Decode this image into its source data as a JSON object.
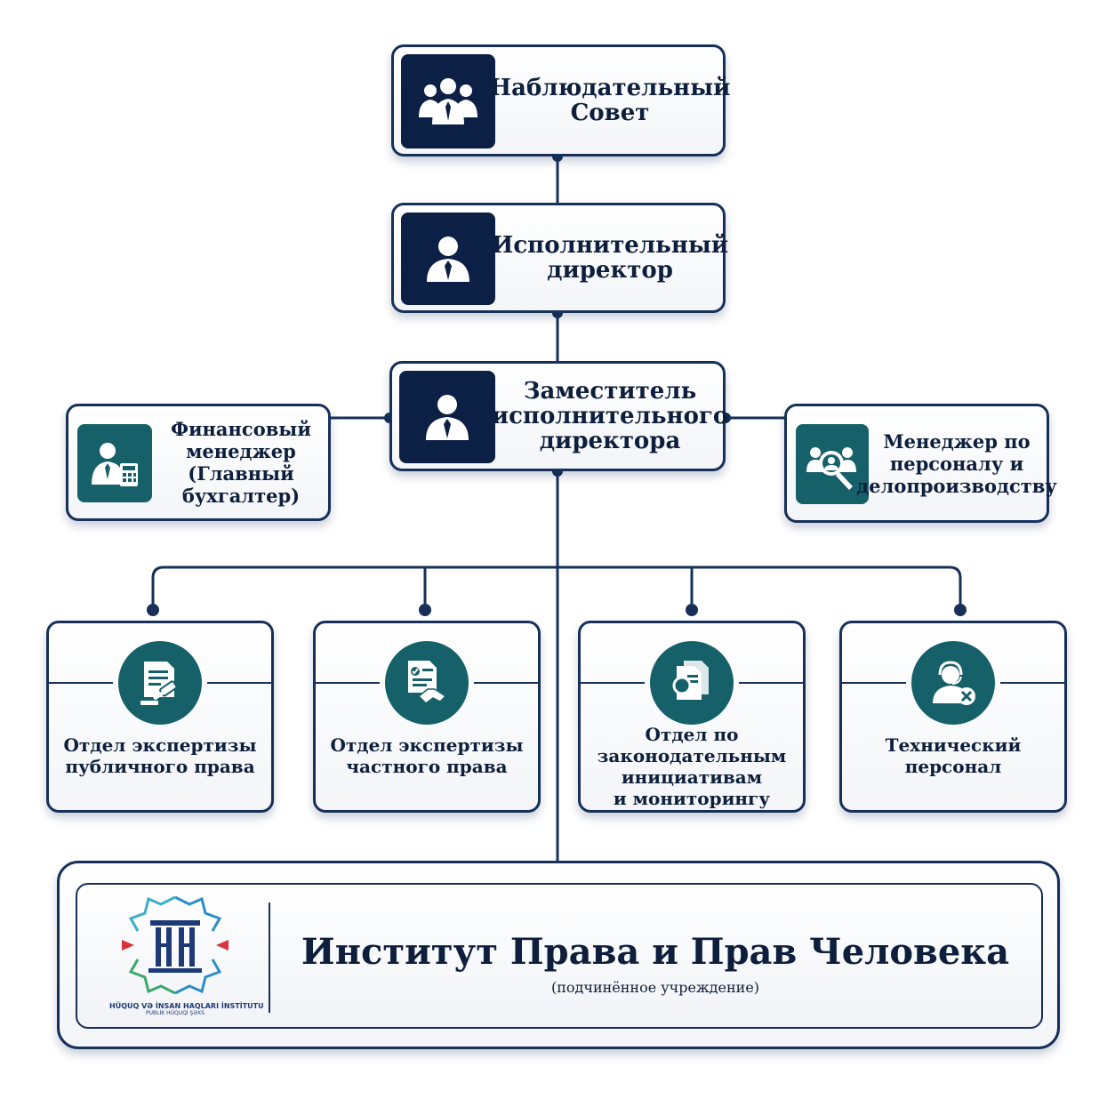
{
  "nodes": {
    "supervisory_board": "Наблюдательный\nСовет",
    "executive_director": "Исполнительный\nдиректор",
    "deputy_director": "Заместитель\nисполнительного\nдиректора",
    "finance_manager": "Финансовый\nменеджер\n(Главный\nбухгалтер)",
    "hr_manager": "Менеджер по\nперсоналу и\nделопроизводству"
  },
  "departments": [
    {
      "label": "Отдел экспертизы\nпубличного права",
      "icon": "gavel-document-icon"
    },
    {
      "label": "Отдел экспертизы\nчастного права",
      "icon": "handshake-document-icon"
    },
    {
      "label": "Отдел по\nзаконодательным\nинициативам\nи мониторингу",
      "icon": "magnifier-documents-icon"
    },
    {
      "label": "Технический\nперсонал",
      "icon": "support-headset-icon"
    }
  ],
  "institute": {
    "title": "Институт Права и Прав Человека",
    "subtitle": "(подчинённое учреждение)",
    "logo_line1": "HÜQUQ VƏ İNSAN HAQLARI İNSTİTUTU",
    "logo_line2": "PUBLİK HÜQUQİ ŞƏXS"
  },
  "colors": {
    "navy": "#0c1f44",
    "teal": "#16606a",
    "border": "#16305a",
    "text": "#0d1f3c"
  }
}
